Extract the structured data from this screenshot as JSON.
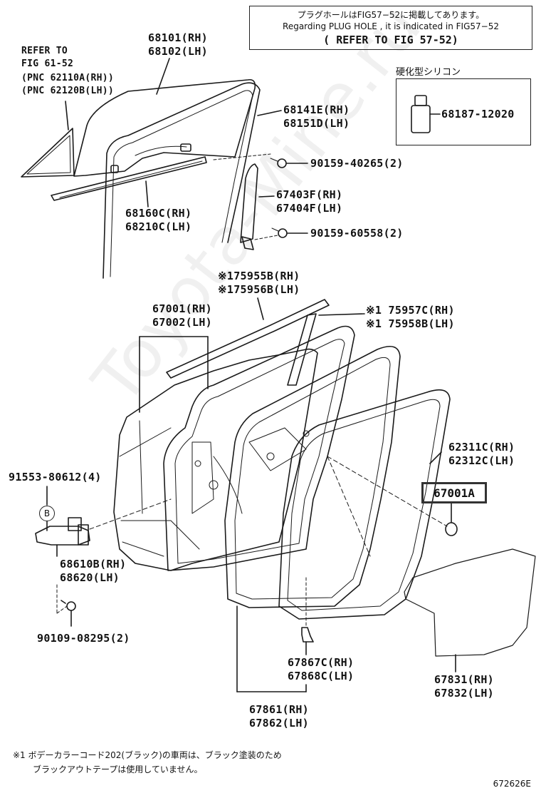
{
  "notice": {
    "jp": "プラグホールはFIG57−52に掲載してあります。",
    "en": "Regarding PLUG HOLE , it is indicated in FIG57−52",
    "ref": "( REFER TO FIG 57-52)"
  },
  "silicon": {
    "title": "硬化型シリコン",
    "part": "68187-12020"
  },
  "labels": {
    "refer1": "REFER TO",
    "refer2": "FIG 61-52",
    "refer3": "(PNC 62110A(RH))",
    "refer4": "(PNC 62120B(LH))",
    "p68101": "68101(RH)",
    "p68102": "68102(LH)",
    "p68141": "68141E(RH)",
    "p68151": "68151D(LH)",
    "p90159a": "90159-40265(2)",
    "p67403": "67403F(RH)",
    "p67404": "67404F(LH)",
    "p68160": "68160C(RH)",
    "p68210": "68210C(LH)",
    "p90159b": "90159-60558(2)",
    "p75955": "※175955B(RH)",
    "p75956": "※175956B(LH)",
    "p67001": "67001(RH)",
    "p67002": "67002(LH)",
    "p75957": "※1 75957C(RH)",
    "p75958": "※1 75958B(LH)",
    "p62311": "62311C(RH)",
    "p62312": "62312C(LH)",
    "p91553": "91553-80612(4)",
    "pB": "B",
    "p67001A": "67001A",
    "p68610": "68610B(RH)",
    "p68620": "68620(LH)",
    "p90109": "90109-08295(2)",
    "p67867": "67867C(RH)",
    "p67868": "67868C(LH)",
    "p67831": "67831(RH)",
    "p67832": "67832(LH)",
    "p67861": "67861(RH)",
    "p67862": "67862(LH)"
  },
  "footnote": {
    "line1": "※1 ボデーカラーコード202(ブラック)の車両は、ブラック塗装のため",
    "line2": "ブラックアウトテープは使用していません。"
  },
  "code": "672626E",
  "watermark": "Toyota-Mine.ru"
}
